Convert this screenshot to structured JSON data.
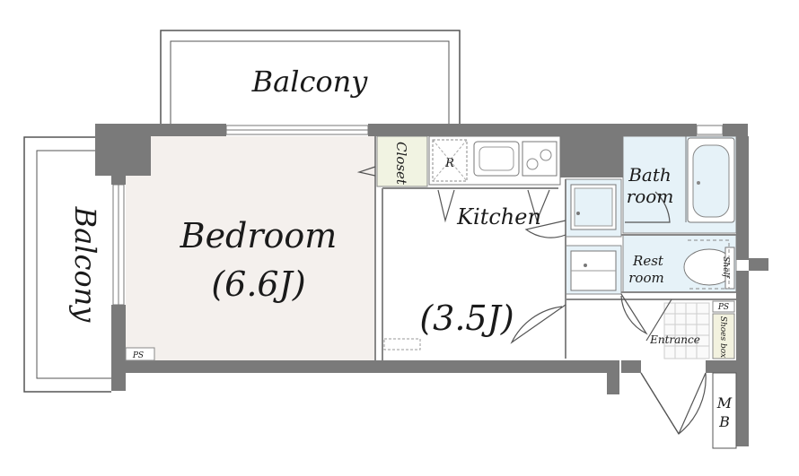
{
  "rooms": {
    "balcony_top": "Balcony",
    "balcony_left": "Balcony",
    "bedroom": "Bedroom",
    "bedroom_size": "(6.6J)",
    "kitchen": "Kitchen",
    "kitchen_size": "(3.5J)",
    "closet": "Closet",
    "bath_line1": "Bath",
    "bath_line2": "room",
    "rest_line1": "Rest",
    "rest_line2": "room",
    "entrance": "Entrance",
    "shoes_box": "Shoes box",
    "shelf": "Shelf",
    "ps_left": "PS",
    "ps_right": "PS",
    "mb_line1": "M",
    "mb_line2": "B",
    "fridge": "R"
  },
  "colors": {
    "wall": "#7a7a7a",
    "bedroom_floor": "#f4f0ed",
    "closet_floor": "#f1f3e2",
    "wet_area": "#e6f2f8",
    "shoes_box": "#f3f2df"
  }
}
